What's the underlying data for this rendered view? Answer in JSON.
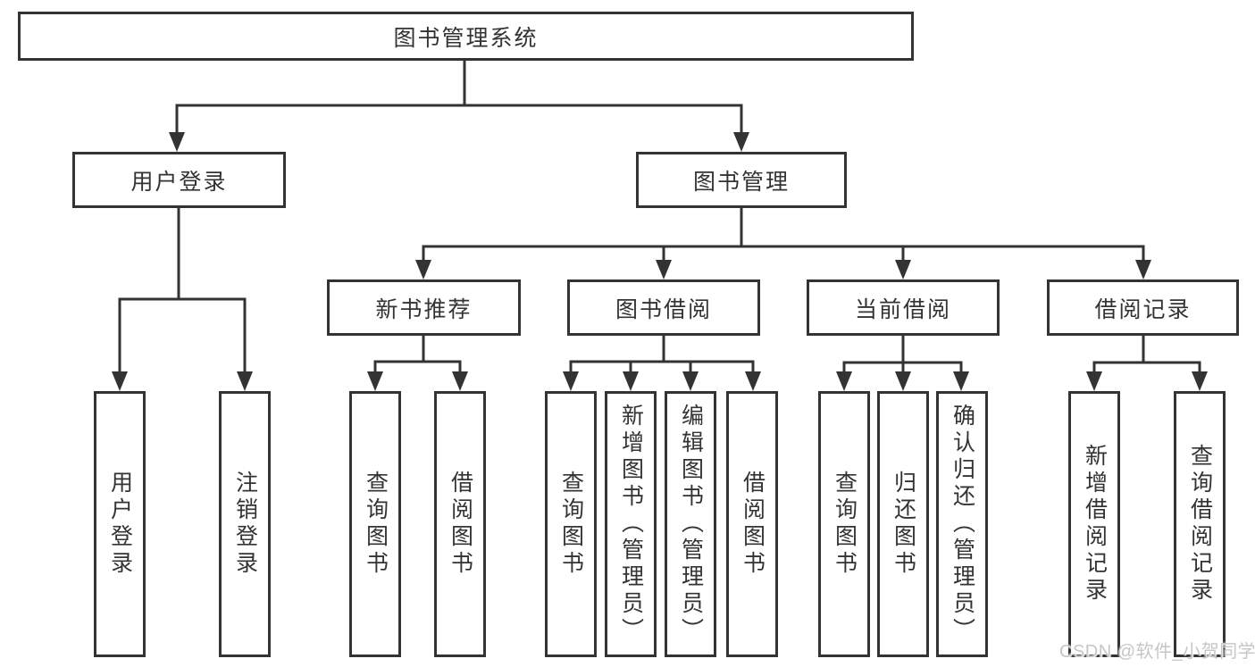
{
  "diagram": {
    "root": {
      "label": "图书管理系统"
    },
    "branches": [
      {
        "label": "用户登录",
        "children": [
          {
            "label": "用户登录"
          },
          {
            "label": "注销登录"
          }
        ]
      },
      {
        "label": "图书管理",
        "children": [
          {
            "label": "新书推荐",
            "children": [
              {
                "label": "查询图书"
              },
              {
                "label": "借阅图书"
              }
            ]
          },
          {
            "label": "图书借阅",
            "children": [
              {
                "label": "查询图书"
              },
              {
                "label": "新增图书（管理员）"
              },
              {
                "label": "编辑图书（管理员）"
              },
              {
                "label": "借阅图书"
              }
            ]
          },
          {
            "label": "当前借阅",
            "children": [
              {
                "label": "查询图书"
              },
              {
                "label": "归还图书"
              },
              {
                "label": "确认归还（管理员）"
              }
            ]
          },
          {
            "label": "借阅记录",
            "children": [
              {
                "label": "新增借阅记录"
              },
              {
                "label": "查询借阅记录"
              }
            ]
          }
        ]
      }
    ]
  },
  "watermark": {
    "text": "CSDN @软件_小贺同学"
  },
  "colors": {
    "line": "#333333",
    "text": "#333333",
    "watermark": "#c6c6c6",
    "background": "#ffffff"
  }
}
